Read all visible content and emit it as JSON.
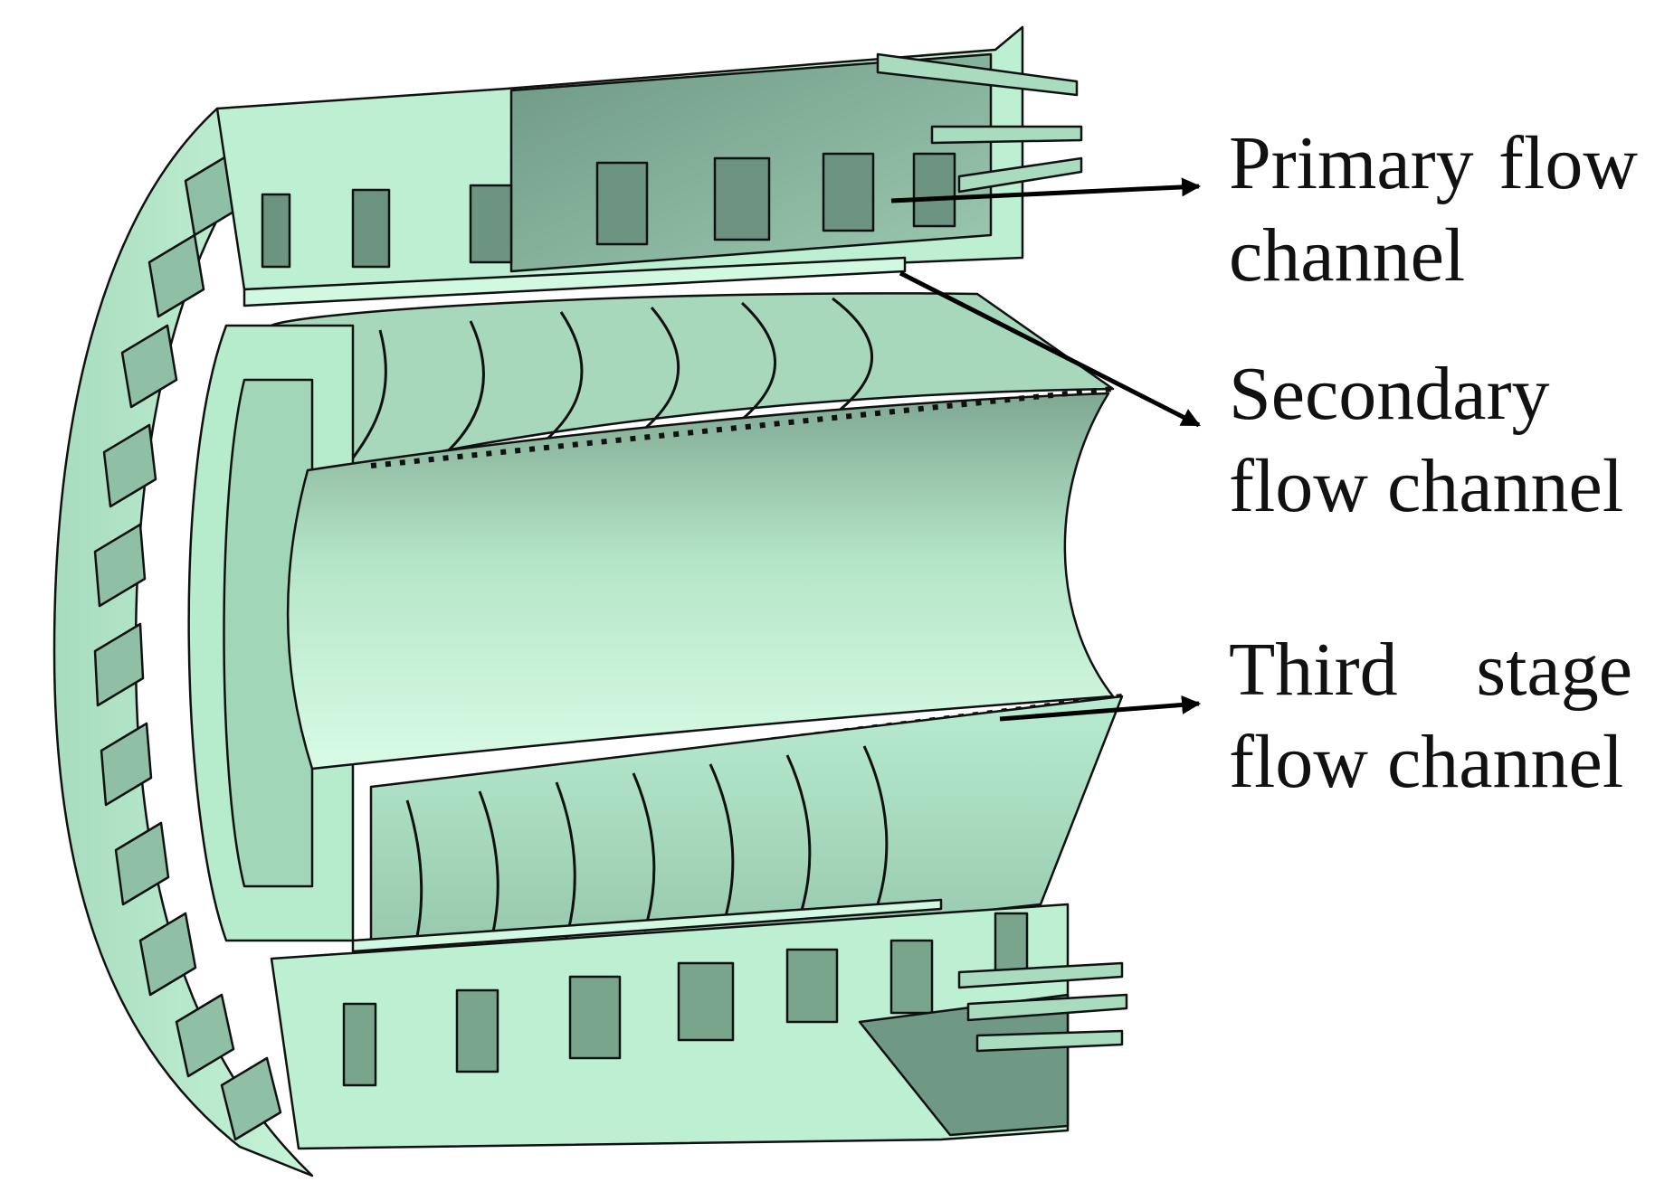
{
  "labels": {
    "primary": {
      "line1_a": "Primary",
      "line1_b": "flow",
      "line2": "channel"
    },
    "secondary": {
      "line1": "Secondary",
      "line2": "flow channel"
    },
    "third": {
      "line1_a": "Third",
      "line1_b": "stage",
      "line2": "flow channel"
    }
  },
  "colors": {
    "part_fill": "#b9efcf",
    "part_light": "#d4fbe2",
    "part_shadow": "#6e9c84",
    "part_dark": "#4f7a64",
    "edge": "#111111",
    "arrow": "#000000"
  }
}
